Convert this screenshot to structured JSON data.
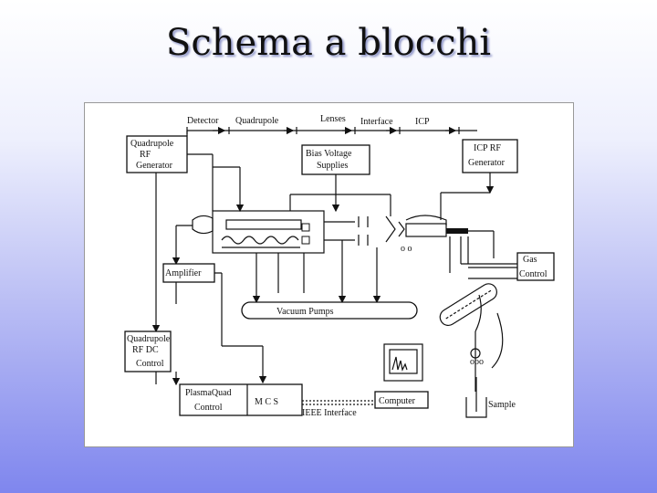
{
  "title": "Schema a blocchi",
  "diagram": {
    "top_sections": [
      "Detector",
      "Quadrupole",
      "Lenses",
      "Interface",
      "ICP"
    ],
    "blocks": {
      "quadrupole_rf_generator": [
        "Quadrupole",
        "RF",
        "Generator"
      ],
      "bias_voltage_supplies": [
        "Bias Voltage",
        "Supplies"
      ],
      "icp_rf_generator": [
        "ICP RF",
        "Generator"
      ],
      "gas_control": [
        "Gas",
        "Control"
      ],
      "amplifier": "Amplifier",
      "vacuum_pumps": "Vacuum Pumps",
      "quadrupole_rf_dc_control": [
        "Quadrupole",
        "RF DC",
        "Control"
      ],
      "plasmaquad_control": [
        "PlasmaQuad",
        "Control"
      ],
      "mcs": "M C S",
      "ieee_interface": "IEEE Interface",
      "computer": "Computer",
      "sample": "Sample"
    }
  }
}
